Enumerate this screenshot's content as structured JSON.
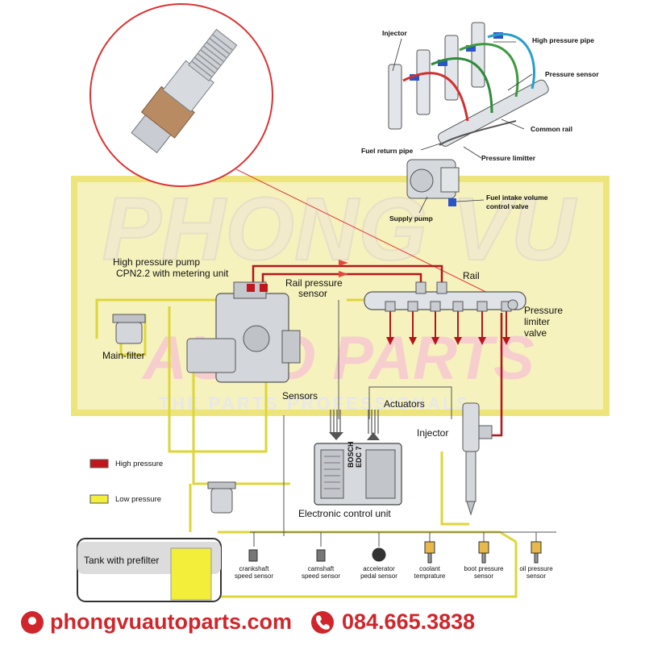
{
  "top_diagram": {
    "labels": {
      "injector": "Injector",
      "high_pressure_pipe": "High pressure pipe",
      "pressure_sensor": "Pressure sensor",
      "common_rail": "Common rail",
      "fuel_return_pipe": "Fuel return pipe",
      "pressure_limiter": "Pressure limitter",
      "fuel_intake_valve_1": "Fuel intake volume",
      "fuel_intake_valve_2": "control valve",
      "supply_pump": "Supply pump"
    }
  },
  "watermark": {
    "brand": "PHONG VU",
    "sub": "AUTO PARTS",
    "tagline": "THE PARTS PROFESSIONALS"
  },
  "main_diagram": {
    "labels": {
      "hp_pump_1": "High pressure pump",
      "hp_pump_2": "CPN2.2 with metering unit",
      "rail_sensor_1": "Rail pressure",
      "rail_sensor_2": "sensor",
      "rail": "Rail",
      "limiter_1": "Pressure",
      "limiter_2": "limiter",
      "limiter_3": "valve",
      "main_filter": "Main-filter",
      "sensors": "Sensors",
      "actuators": "Actuators",
      "injector": "Injector",
      "ecu": "Electronic control unit",
      "ecu_brand_1": "BOSCH",
      "ecu_brand_2": "EDC 7",
      "tank": "Tank with prefilter"
    },
    "legend": {
      "high": "High pressure",
      "low": "Low pressure",
      "high_color": "#c0161c",
      "low_color": "#f2ee3a"
    },
    "sensors_row": [
      {
        "line1": "crankshaft",
        "line2": "speed sensor"
      },
      {
        "line1": "camshaft",
        "line2": "speed sensor"
      },
      {
        "line1": "accelerator",
        "line2": "pedal sensor"
      },
      {
        "line1": "coolant",
        "line2": "temprature"
      },
      {
        "line1": "boot pressure",
        "line2": "sensor"
      },
      {
        "line1": "oil pressure",
        "line2": "sensor"
      }
    ]
  },
  "footer": {
    "website": "phongvuautoparts.com",
    "phone": "084.665.3838"
  },
  "colors": {
    "brand_red": "#d0262b",
    "high_pressure": "#c0161c",
    "low_pressure": "#e8e24a",
    "watermark_yellow": "#f3ec9a"
  }
}
